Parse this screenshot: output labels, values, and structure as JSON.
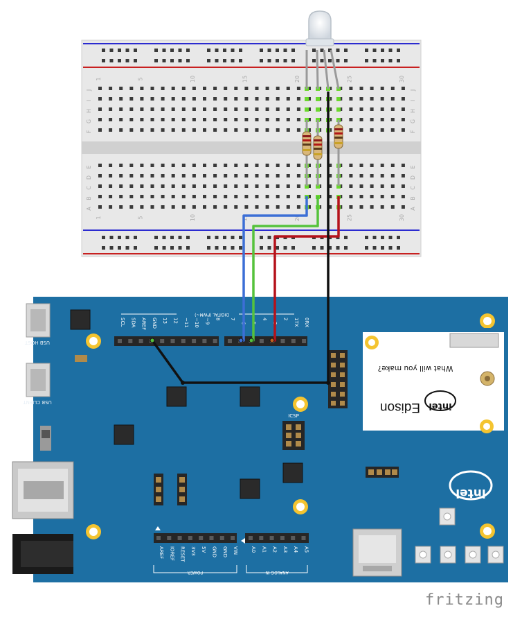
{
  "breadboard": {
    "column_numbers": [
      "1",
      "5",
      "10",
      "15",
      "20",
      "25",
      "30"
    ],
    "row_letters_top": [
      "J",
      "I",
      "H",
      "G",
      "F"
    ],
    "row_letters_bottom": [
      "E",
      "D",
      "C",
      "B",
      "A"
    ]
  },
  "board": {
    "brand": "intel",
    "module_name": "Edison",
    "module_tagline": "What will you make?",
    "digital_header_title": "DIGITAL (PWM~)",
    "digital_pins": [
      "SCL",
      "SDA",
      "AREF",
      "GND",
      "13",
      "12",
      "~11",
      "~10",
      "~9",
      "8",
      "7",
      "~6",
      "~5",
      "4",
      "~3",
      "2",
      "1TX",
      "0RX"
    ],
    "power_header_title": "POWER",
    "power_pins": [
      "AREF",
      "IOREF",
      "RESET",
      "3V3",
      "5V",
      "GND",
      "GND",
      "VIN"
    ],
    "analog_header_title": "ANALOG IN",
    "analog_pins": [
      "A0",
      "A1",
      "A2",
      "A3",
      "A4",
      "A5"
    ],
    "icsp_label": "ICSP",
    "usb_host_label": "USB HOST",
    "usb_client_label": "USB CLIENT"
  },
  "wire_colors": {
    "blue": "#3c6fd6",
    "green": "#55c23c",
    "red": "#b5121b",
    "black": "#111111"
  },
  "watermark": "fritzing"
}
